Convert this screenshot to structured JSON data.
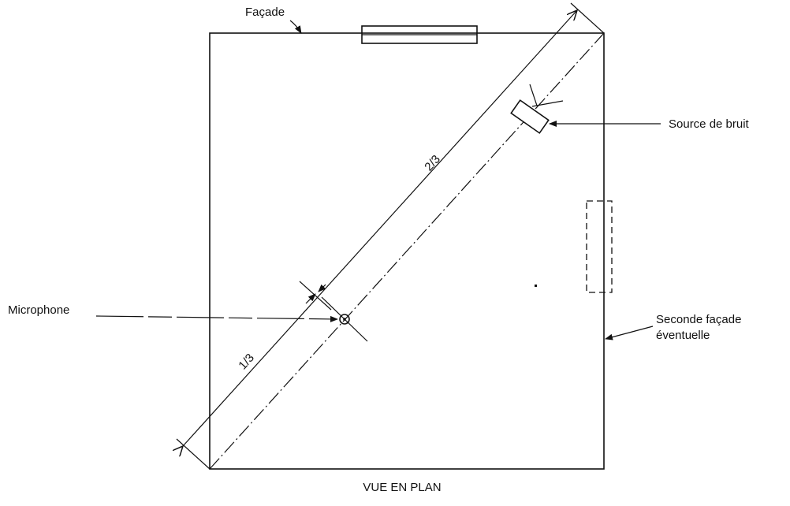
{
  "labels": {
    "facade": "Façade",
    "noise_source": "Source de bruit",
    "microphone": "Microphone",
    "second_facade_line1": "Seconde façade",
    "second_facade_line2": "éventuelle",
    "ratio_upper": "2/3",
    "ratio_lower": "1/3",
    "caption": "VUE EN PLAN"
  },
  "colors": {
    "ink": "#111111",
    "background": "#ffffff"
  }
}
